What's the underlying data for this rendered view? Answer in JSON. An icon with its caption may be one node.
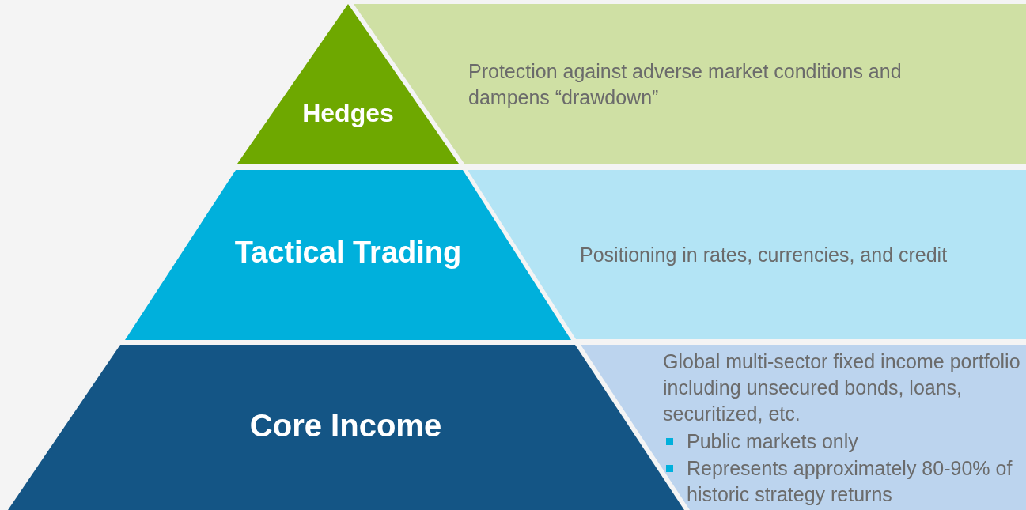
{
  "diagram": {
    "nodes": [
      {
        "text": [
          "Hedges"
        ]
      },
      {
        "text": [
          "Protection against adverse market conditions and dampens “drawdown”"
        ]
      },
      {
        "text": [
          "Tactical Trading"
        ]
      },
      {
        "text": [
          "Positioning in rates, currencies, and credit"
        ]
      },
      {
        "text": [
          "Core Income"
        ]
      },
      {
        "text": [
          "Global multi-sector fixed income portfolio including unsecured bonds, loans, securitized, etc.",
          "Public markets only",
          "Represents approximately 80-90% of historic strategy returns"
        ]
      }
    ]
  }
}
